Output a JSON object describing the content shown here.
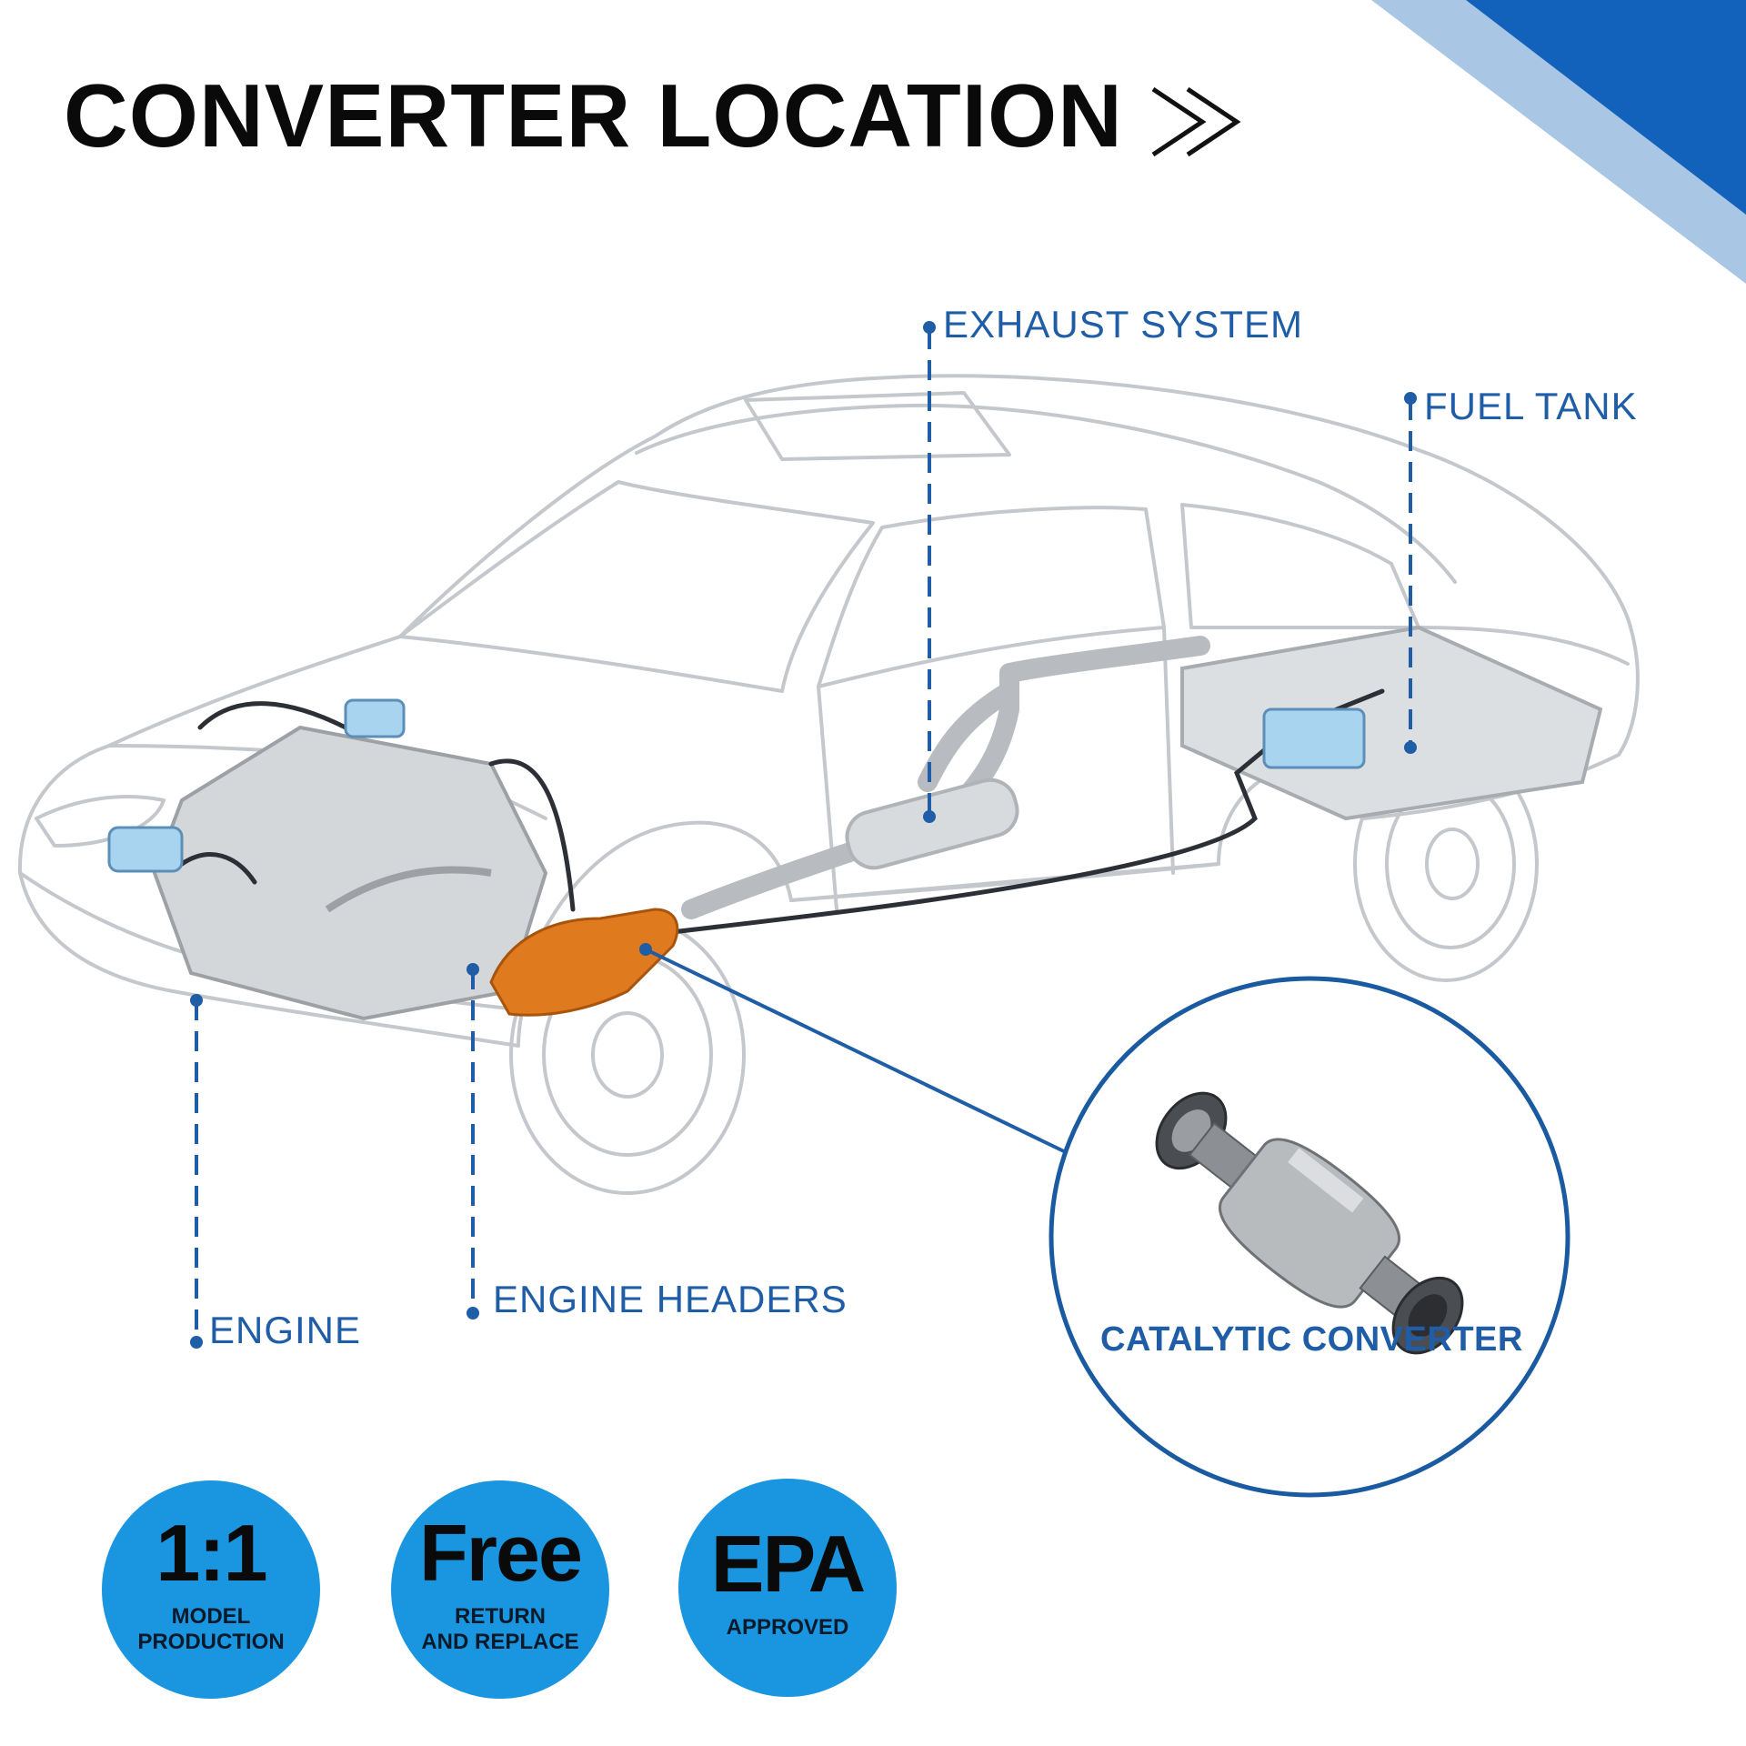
{
  "title": "CONVERTER LOCATION",
  "title_arrow_icon": "double-chevron-right-icon",
  "labels": {
    "exhaust": "EXHAUST SYSTEM",
    "fuel_tank": "FUEL TANK",
    "engine": "ENGINE",
    "engine_headers": "ENGINE HEADERS",
    "catalytic_converter": "CATALYTIC CONVERTER"
  },
  "badges": [
    {
      "big": "1:1",
      "line1": "MODEL",
      "line2": "PRODUCTION"
    },
    {
      "big": "Free",
      "line1": "RETURN",
      "line2": "AND REPLACE"
    },
    {
      "big": "EPA",
      "line1": "APPROVED",
      "line2": ""
    }
  ],
  "colors": {
    "accent_blue": "#1f5da6",
    "badge_blue": "#1a96e0",
    "corner_dark": "#1262bb",
    "corner_light": "#a9c6e4",
    "converter_orange": "#e07a1f"
  }
}
